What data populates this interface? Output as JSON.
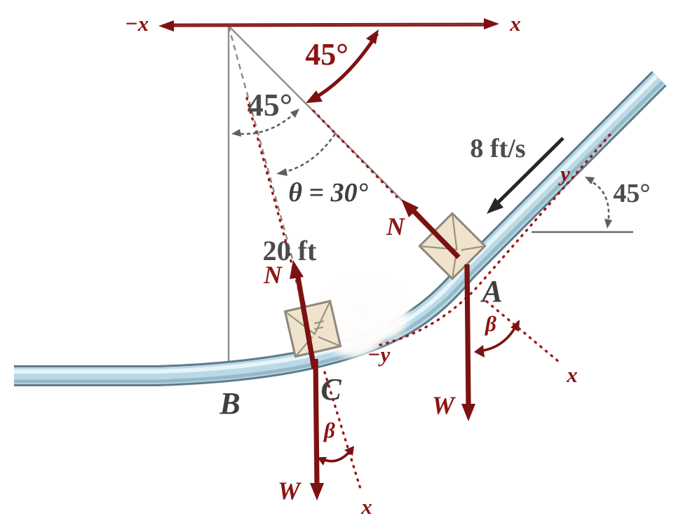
{
  "figure": {
    "background": "#ffffff",
    "colors": {
      "accent_red": "#8b1414",
      "arrow_red": "#7d1111",
      "chute_blue": "#b9d9e6",
      "chute_edge": "#5e7b8a",
      "package_tan": "#f0e3cd",
      "gray_text": "#4c4c4c",
      "black_arrow": "#262626"
    },
    "axes": {
      "neg_x": "−x",
      "pos_x": "x",
      "x_at_A": "x",
      "x_at_C": "x",
      "y_up_slope": "y",
      "neg_y_down_slope": "−y"
    },
    "angles": {
      "top_red": "45°",
      "center_gray": "45°",
      "theta": "θ = 30°",
      "ramp": "45°",
      "beta_A": "β",
      "beta_C": "β"
    },
    "measurements": {
      "radius": "20 ft",
      "speed": "8 ft/s"
    },
    "points": {
      "A": "A",
      "B": "B",
      "C": "C"
    },
    "forces": {
      "normal_A": "N",
      "weight_A": "W",
      "normal_C": "N",
      "weight_C": "W"
    }
  }
}
